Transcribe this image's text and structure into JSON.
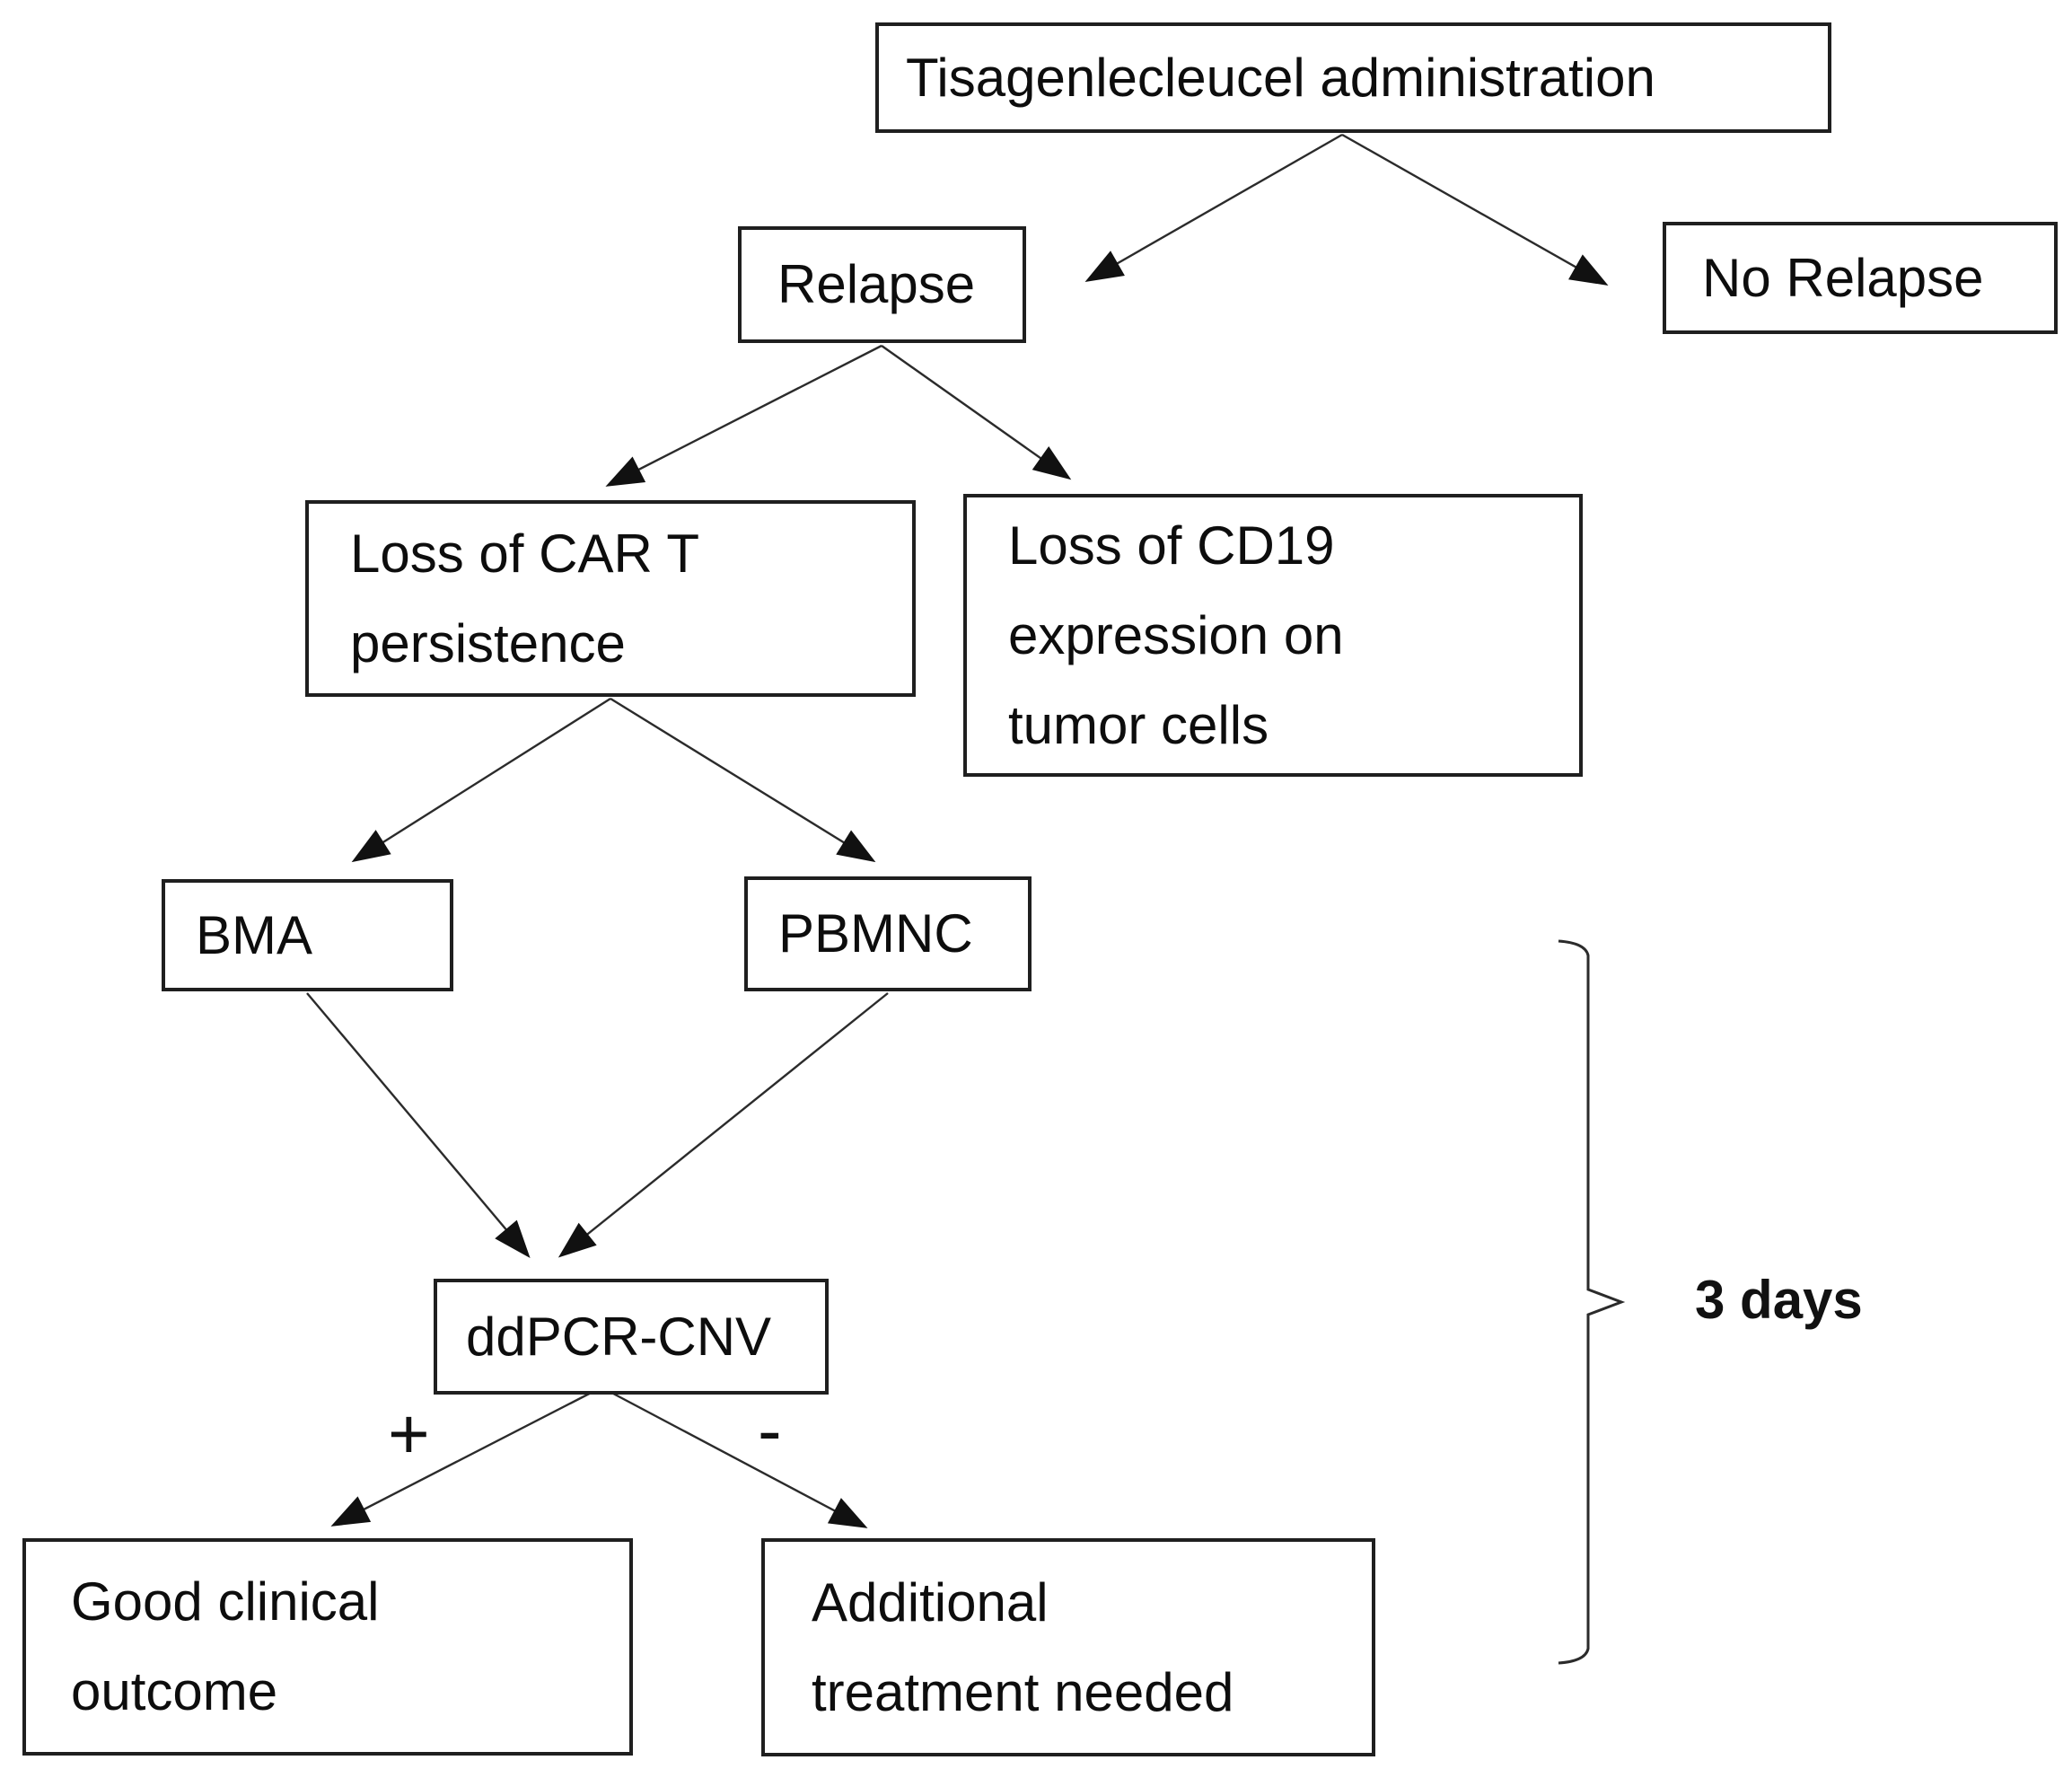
{
  "figure": {
    "background": "#ffffff",
    "line_color": "#2b2b2b",
    "text_color": "#0d0d0d",
    "nodes": {
      "admin": {
        "label": "Tisagenlecleucel administration"
      },
      "relapse": {
        "label": "Relapse"
      },
      "no_relapse": {
        "label": "No Relapse"
      },
      "loss_cart": {
        "line1": "Loss of CAR T",
        "line2": "persistence"
      },
      "loss_cd19": {
        "line1": "Loss of CD19",
        "line2": "expression on",
        "line3": "tumor cells"
      },
      "bma": {
        "label": "BMA"
      },
      "pbmnc": {
        "label": "PBMNC"
      },
      "ddpcr": {
        "label": "ddPCR-CNV"
      },
      "good_outcome": {
        "line1": "Good clinical",
        "line2": "outcome"
      },
      "additional_treatment": {
        "line1": "Additional",
        "line2": "treatment needed"
      }
    },
    "edge_labels": {
      "positive": "+",
      "negative": "-"
    },
    "bracket_label": "3 days"
  }
}
